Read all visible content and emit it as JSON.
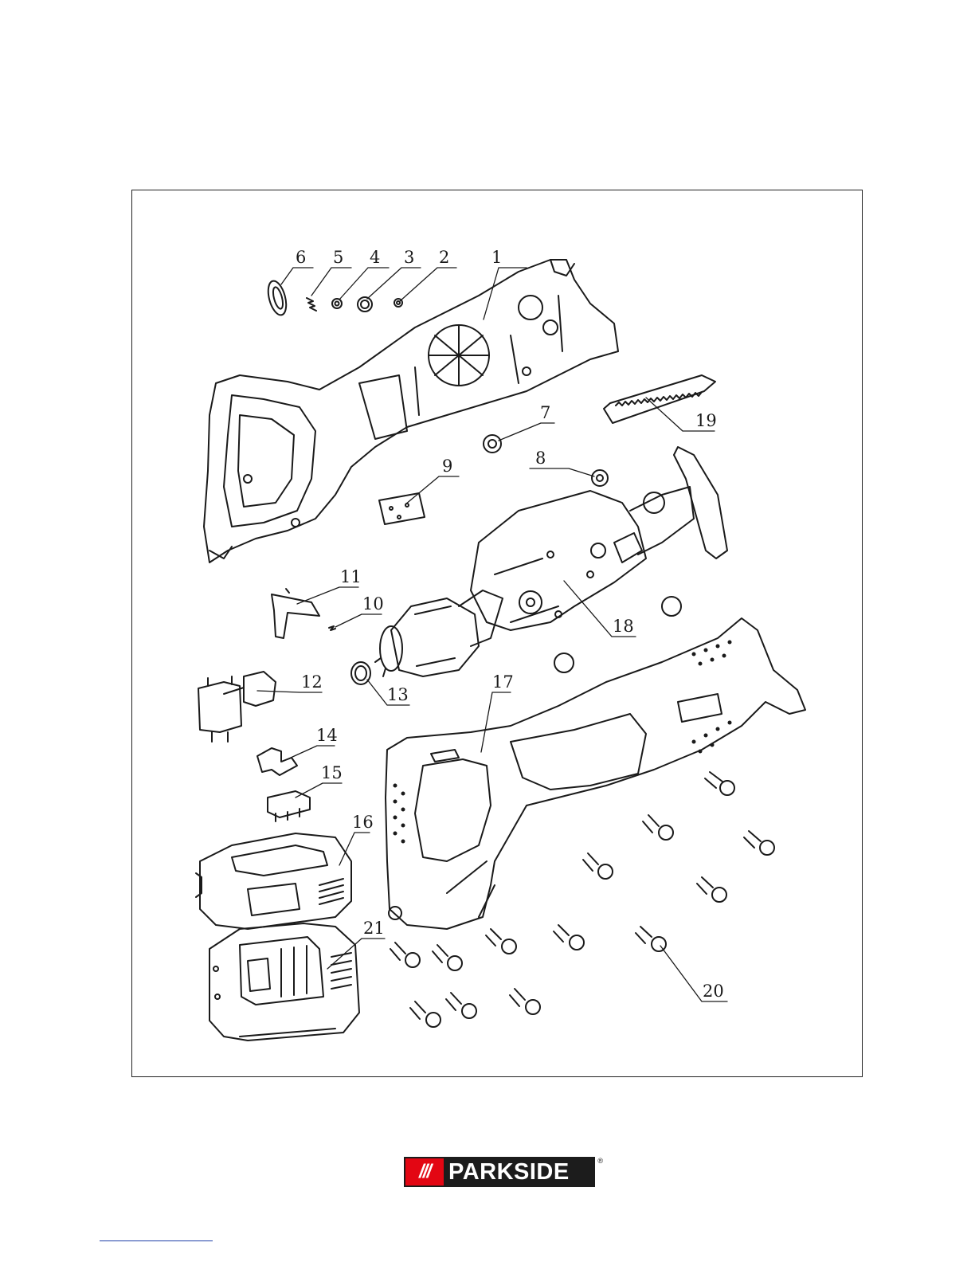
{
  "diagram": {
    "labels": [
      "1",
      "2",
      "3",
      "4",
      "5",
      "6",
      "7",
      "8",
      "9",
      "10",
      "11",
      "12",
      "13",
      "14",
      "15",
      "16",
      "17",
      "18",
      "19",
      "20",
      "21"
    ]
  },
  "brand": {
    "name": "PARKSIDE",
    "mark": "///",
    "registered": "®",
    "color_primary": "#e30613",
    "color_dark": "#1c1c1c"
  }
}
